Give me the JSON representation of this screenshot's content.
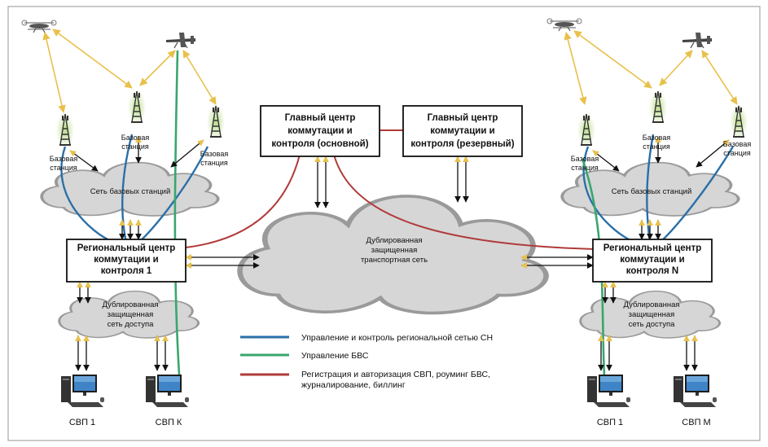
{
  "main_center": {
    "primary_line1": "Главный центр",
    "primary_line2": "коммутации и",
    "primary_line3": "контроля (основной)",
    "backup_line1": "Главный центр",
    "backup_line2": "коммутации и",
    "backup_line3": "контроля (резервный)"
  },
  "regional": {
    "left_line1": "Региональный центр",
    "left_line2": "коммутации и",
    "left_line3": "контроля 1",
    "right_line1": "Региональный центр",
    "right_line2": "коммутации и",
    "right_line3": "контроля N"
  },
  "base_station_line1": "Базовая",
  "base_station_line2": "станция",
  "base_station_network": "Сеть базовых станций",
  "transport": {
    "line1": "Дублированная",
    "line2": "защищенная",
    "line3": "транспортная сеть"
  },
  "access": {
    "line1": "Дублированная",
    "line2": "защищенная",
    "line3": "сеть доступа"
  },
  "workstations": {
    "left1": "СВП 1",
    "leftk": "СВП К",
    "right1": "СВП 1",
    "rightm": "СВП М"
  },
  "legend": {
    "blue_text": "Управление и контроль региональной сетью СН",
    "green_text": "Управление БВС",
    "red_line1": "Регистрация и авторизация СВП, роуминг БВС,",
    "red_line2": "журналирование, биллинг"
  },
  "colors": {
    "blue_link": "#2a6fa8",
    "green_link": "#3aa66e",
    "red_link": "#b03a3a",
    "yellow_link": "#e8c04a",
    "cloud_fill": "#d6d6d6",
    "tower_glow": "#b9dc86"
  },
  "icons": [
    "drone-icon",
    "tower-icon",
    "computer-icon",
    "cloud-shape"
  ]
}
